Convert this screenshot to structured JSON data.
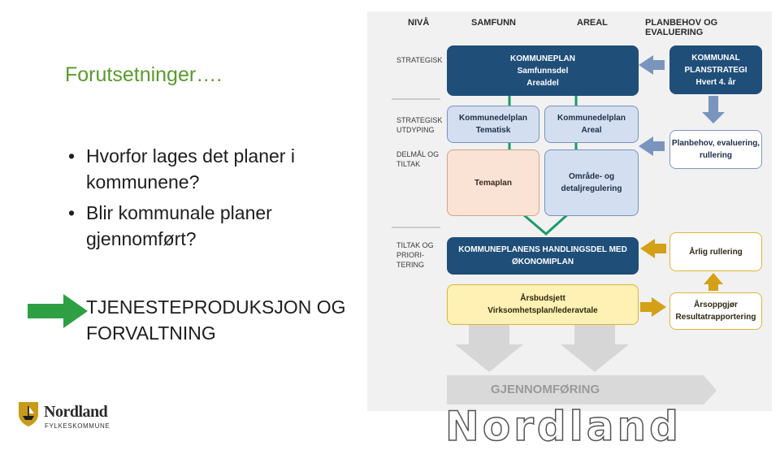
{
  "slide": {
    "title": "Forutsetninger….",
    "bullets": [
      {
        "mark": "•",
        "text": "Hvorfor lages det planer i kommunene?"
      },
      {
        "mark": "•",
        "text": "Blir kommunale planer gjennomført?"
      }
    ],
    "emphasis": "TJENESTEPRODUKSJON OG FORVALTNING"
  },
  "logo": {
    "name": "Nordland",
    "sub": "FYLKESKOMMUNE"
  },
  "diagram": {
    "headers": {
      "niva": "NIVÅ",
      "samfunn": "SAMFUNN",
      "areal": "AREAL",
      "planbehov": "PLANBEHOV OG EVALUERING"
    },
    "levels": {
      "strategisk": "STRATEGISK",
      "utdyping": "STRATEGISK UTDYPING",
      "delmal": "DELMÅL OG TILTAK",
      "prioritering": "TILTAK OG PRIORI-TERING"
    },
    "boxes": {
      "kommuneplan": {
        "l1": "KOMMUNEPLAN",
        "l2": "Samfunnsdel",
        "l3": "Arealdel"
      },
      "kdp_tematisk": {
        "l1": "Kommunedelplan",
        "l2": "Tematisk"
      },
      "kdp_areal": {
        "l1": "Kommunedelplan",
        "l2": "Areal"
      },
      "temaplan": {
        "l1": "Temaplan"
      },
      "omrade": {
        "l1": "Område- og",
        "l2": "detaljregulering"
      },
      "planstrategi": {
        "l1": "KOMMUNAL",
        "l2": "PLANSTRATEGI",
        "l3": "Hvert 4. år"
      },
      "planbehov": {
        "l1": "Planbehov, evaluering,",
        "l2": "rullering"
      },
      "handlingsdel": {
        "l1": "KOMMUNEPLANENS HANDLINGSDEL MED",
        "l2": "ØKONOMIPLAN"
      },
      "rullering": {
        "l1": "Årlig rullering"
      },
      "arsbudsjett": {
        "l1": "Årsbudsjett",
        "l2": "Virksomhetsplan/lederavtale"
      },
      "arsoppgjor": {
        "l1": "Årsoppgjør",
        "l2": "Resultatrapportering"
      }
    },
    "gjennomforing": "GJENNOMFØRING"
  },
  "colors": {
    "title_green": "#5a9a2e",
    "arrow_green": "#2ea043",
    "overlay_teal": "#1a9a6a",
    "navy": "#1f4e79",
    "light_blue": "#d3dff0",
    "peach": "#fae3d4",
    "yellow": "#fff0b3",
    "gold_arrow": "#d4a017",
    "steel_arrow": "#7a95bd"
  },
  "icons": {
    "pointer_arrow": "green-right-arrow",
    "logo_mark": "nordland-shield-icon"
  },
  "watermark": "Nordland"
}
